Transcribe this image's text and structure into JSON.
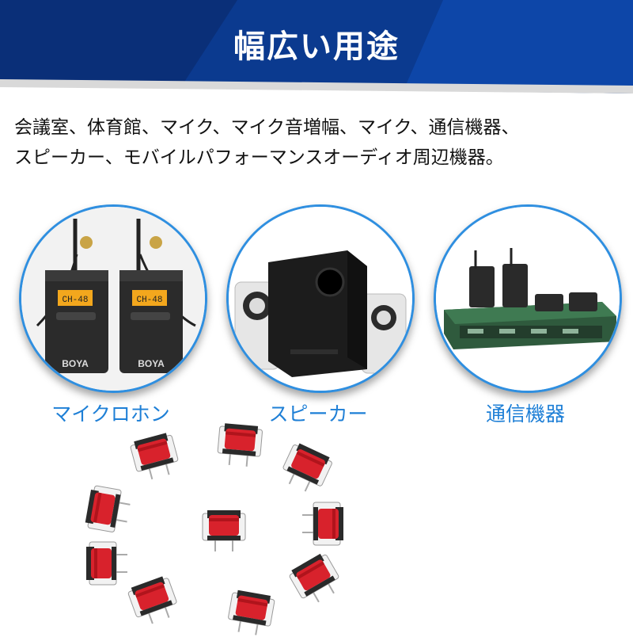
{
  "banner": {
    "title": "幅広い用途"
  },
  "description": {
    "line1": "会議室、体育館、マイク、マイク音増幅、マイク、通信機器、",
    "line2": "スピーカー、モバイルパフォーマンスオーディオ周辺機器。"
  },
  "applications": [
    {
      "label": "マイクロホン",
      "screen": "CH-48",
      "brand": "BOYA"
    },
    {
      "label": "スピーカー"
    },
    {
      "label": "通信機器"
    }
  ],
  "colors": {
    "banner": "#0c3a8c",
    "accent": "#1e7fd6",
    "transformer": "#d8222c"
  }
}
